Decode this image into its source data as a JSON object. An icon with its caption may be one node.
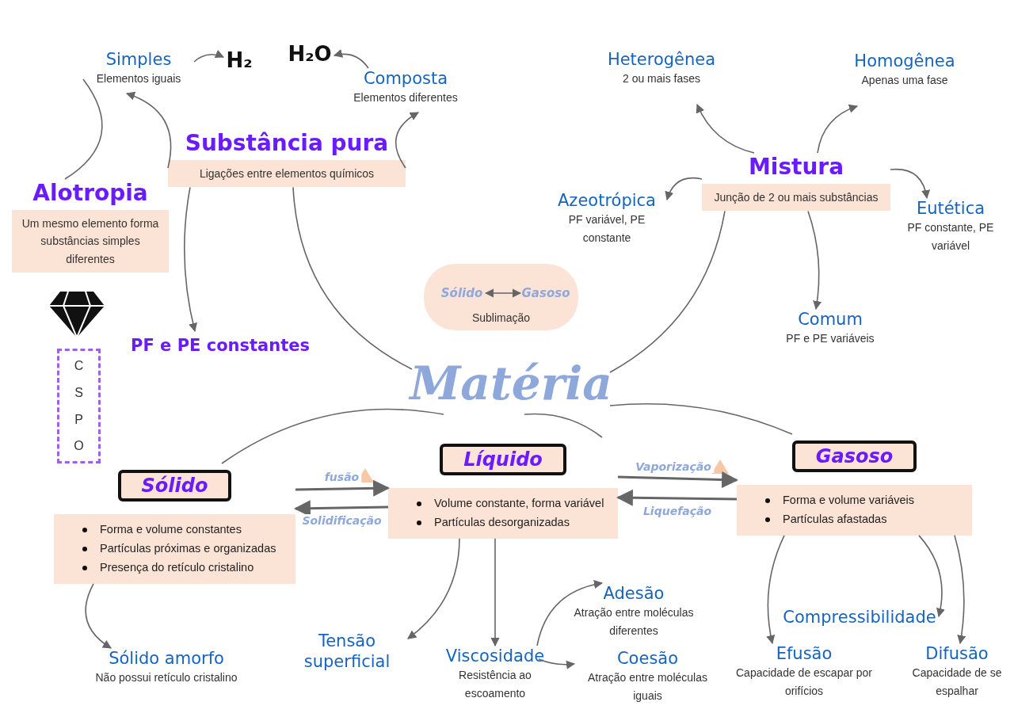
{
  "diagram": {
    "nodes": [
      {
        "text": [
          "Simples",
          "Elementos iguais"
        ]
      },
      {
        "text": [
          "H₂"
        ]
      },
      {
        "text": [
          "H₂O"
        ]
      },
      {
        "text": [
          "Composta",
          "Elementos diferentes"
        ]
      },
      {
        "text": [
          "Heterogênea",
          "2 ou mais fases"
        ]
      },
      {
        "text": [
          "Homogênea",
          "Apenas uma fase"
        ]
      },
      {
        "text": [
          "Substância pura",
          "Ligações entre elementos químicos"
        ]
      },
      {
        "text": [
          "Mistura",
          "Junção de 2 ou mais substâncias"
        ]
      },
      {
        "text": [
          "Alotropia",
          "Um mesmo elemento forma substâncias simples diferentes"
        ]
      },
      {
        "text": [
          "Azeotrópica",
          "PF variável, PE constante"
        ]
      },
      {
        "text": [
          "Eutética",
          "PF constante, PE variável"
        ]
      },
      {
        "text": [
          "Sublimação"
        ]
      },
      {
        "text": [
          "Sólido"
        ],
        "in": 11
      },
      {
        "text": [
          "Gasoso"
        ],
        "in": 11
      },
      {
        "text": [
          "PF e PE constantes"
        ]
      },
      {
        "text": [
          "Comum",
          "PF e PE variáveis"
        ]
      },
      {
        "text": [
          "Matéria"
        ]
      },
      {
        "text": [
          "C S P O"
        ]
      },
      {
        "text": [
          "Sólido",
          "Forma e volume constantes",
          "Partículas próximas e organizadas",
          "Presença do retículo cristalino"
        ]
      },
      {
        "text": [
          "Líquido",
          "Volume constante, forma variável",
          "Partículas desorganizadas"
        ]
      },
      {
        "text": [
          "Gasoso",
          "Forma e volume variáveis",
          "Partículas afastadas"
        ]
      },
      {
        "text": [
          "Sólido amorfo",
          "Não possui retículo cristalino"
        ]
      },
      {
        "text": [
          "Tensão superficial"
        ]
      },
      {
        "text": [
          "Viscosidade",
          "Resistência ao escoamento"
        ]
      },
      {
        "text": [
          "Adesão",
          "Atração entre moléculas diferentes"
        ]
      },
      {
        "text": [
          "Coesão",
          "Atração entre moléculas iguais"
        ]
      },
      {
        "text": [
          "Compressibilidade"
        ]
      },
      {
        "text": [
          "Efusão",
          "Capacidade de escapar por orifícios"
        ]
      },
      {
        "text": [
          "Difusão",
          "Capacidade de se espalhar"
        ]
      }
    ],
    "edges": [
      {
        "from": 16,
        "to": 6,
        "arrow": "none"
      },
      {
        "from": 16,
        "to": 7,
        "arrow": "none"
      },
      {
        "from": 6,
        "to": 0,
        "arrow": "to"
      },
      {
        "from": 6,
        "to": 3,
        "arrow": "to"
      },
      {
        "from": 6,
        "to": 14,
        "arrow": "to"
      },
      {
        "from": 0,
        "to": 1,
        "arrow": "to"
      },
      {
        "from": 3,
        "to": 2,
        "arrow": "to"
      },
      {
        "from": 8,
        "to": 0,
        "arrow": "none"
      },
      {
        "from": 7,
        "to": 4,
        "arrow": "to"
      },
      {
        "from": 7,
        "to": 5,
        "arrow": "to"
      },
      {
        "from": 7,
        "to": 9,
        "arrow": "to"
      },
      {
        "from": 7,
        "to": 10,
        "arrow": "to"
      },
      {
        "from": 7,
        "to": 15,
        "arrow": "to"
      },
      {
        "from": 12,
        "to": 13,
        "arrow": "both"
      },
      {
        "from": 16,
        "to": 18,
        "arrow": "none"
      },
      {
        "from": 16,
        "to": 19,
        "arrow": "none"
      },
      {
        "from": 16,
        "to": 20,
        "arrow": "none"
      },
      {
        "from": 18,
        "to": 19,
        "label": "fusão",
        "arrow": "to"
      },
      {
        "from": 19,
        "to": 18,
        "label": "Solidificação",
        "arrow": "to"
      },
      {
        "from": 19,
        "to": 20,
        "label": "Vaporização",
        "arrow": "to"
      },
      {
        "from": 20,
        "to": 19,
        "label": "Liquefação",
        "arrow": "to"
      },
      {
        "from": 18,
        "to": 21,
        "arrow": "to"
      },
      {
        "from": 19,
        "to": 22,
        "arrow": "to"
      },
      {
        "from": 19,
        "to": 23,
        "arrow": "to"
      },
      {
        "from": 23,
        "to": 24,
        "arrow": "to"
      },
      {
        "from": 23,
        "to": 25,
        "arrow": "to"
      },
      {
        "from": 20,
        "to": 27,
        "arrow": "to"
      },
      {
        "from": 20,
        "to": 26,
        "arrow": "to"
      },
      {
        "from": 20,
        "to": 28,
        "arrow": "to"
      }
    ]
  }
}
